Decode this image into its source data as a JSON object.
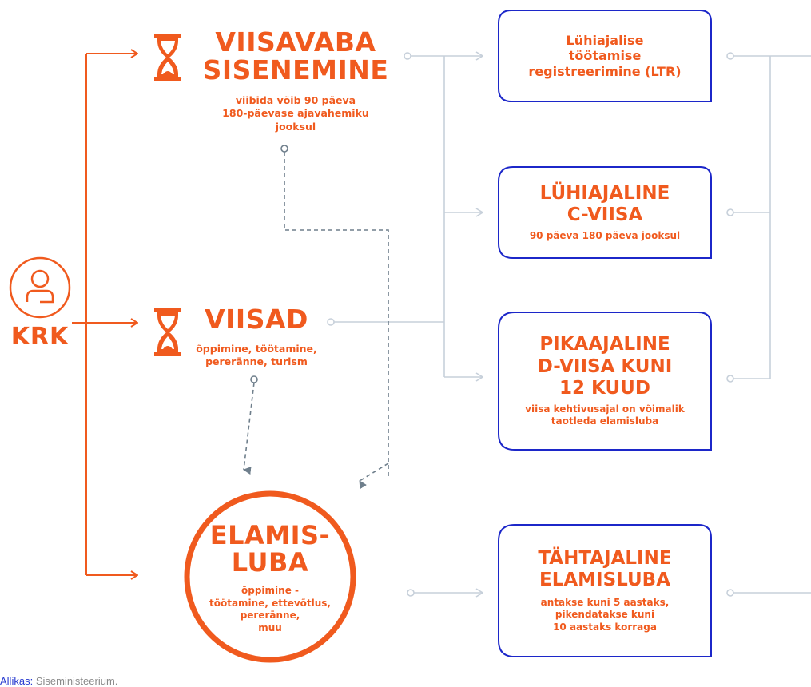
{
  "actor": {
    "label": "KRK"
  },
  "entry_nodes": {
    "visa_free": {
      "title_line1": "VIISAVABA",
      "title_line2": "SISENEMINE",
      "subtitle_line1": "viibida võib 90 päeva",
      "subtitle_line2": "180-päevase  ajavahemiku",
      "subtitle_line3": "jooksul"
    },
    "visas": {
      "title": "VIISAD",
      "subtitle_line1": "õppimine, töötamine,",
      "subtitle_line2": "pererānne, turism"
    },
    "residence": {
      "title_line1": "ELAMIS-",
      "title_line2": "LUBA",
      "subtitle_line1": "õppimine -",
      "subtitle_line2": "töötamine, ettevõtlus,",
      "subtitle_line3": "pererānne,",
      "subtitle_line4": "muu"
    }
  },
  "outcome_cards": [
    {
      "title_lines": [
        "Lühiajalise",
        "töötamise",
        "registreerimine (LTR)"
      ],
      "subtitle_lines": []
    },
    {
      "title_lines": [
        "LÜHIAJALINE",
        "C-VIISA"
      ],
      "subtitle_lines": [
        "90 päeva 180 päeva jooksul"
      ]
    },
    {
      "title_lines": [
        "PIKAAJALINE",
        "D-VIISA KUNI",
        "12 KUUD"
      ],
      "subtitle_lines": [
        "viisa kehtivusajal on võimalik",
        "taotleda elamisluba"
      ]
    },
    {
      "title_lines": [
        "TÄHTAJALINE",
        "ELAMISLUBA"
      ],
      "subtitle_lines": [
        "antakse kuni 5 aastaks,",
        "pikendatakse kuni",
        "10 aastaks korraga"
      ]
    }
  ],
  "footer": {
    "label": "Allikas:",
    "source": "Siseministeerium."
  },
  "colors": {
    "accent": "#f05a1e",
    "card_border": "#1c27c9",
    "connector": "#c7d0da",
    "dashed": "#6f7f8c"
  },
  "icons": {
    "actor": "person-icon",
    "hourglass": "hourglass-icon"
  }
}
